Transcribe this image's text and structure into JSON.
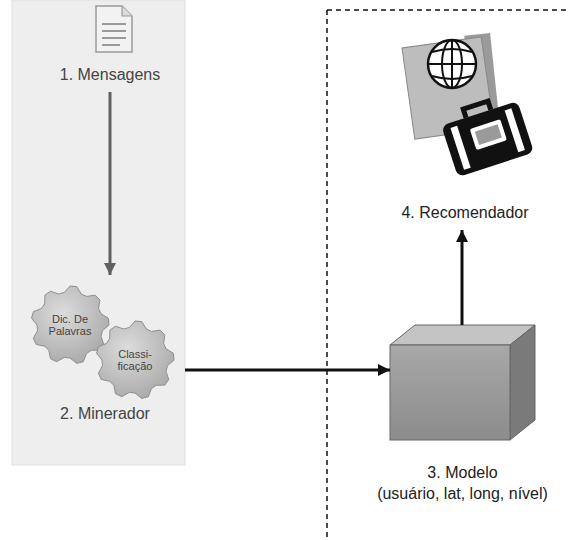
{
  "diagram": {
    "nodes": [
      {
        "text": [
          "1. Mensagens"
        ]
      },
      {
        "text": [
          "2. Minerador"
        ]
      },
      {
        "text": [
          "Dic. De Palavras"
        ],
        "in": 1
      },
      {
        "text": [
          "Classi- ficação"
        ],
        "in": 1
      },
      {
        "text": [
          "3. Modelo",
          "(usuário, lat, long, nível)"
        ]
      },
      {
        "text": [
          "4. Recomendador"
        ]
      }
    ],
    "edges": [
      {
        "from": 0,
        "to": 1,
        "arrow": "to"
      },
      {
        "from": 1,
        "to": 4,
        "arrow": "to"
      },
      {
        "from": 4,
        "to": 5,
        "arrow": "to"
      }
    ]
  }
}
